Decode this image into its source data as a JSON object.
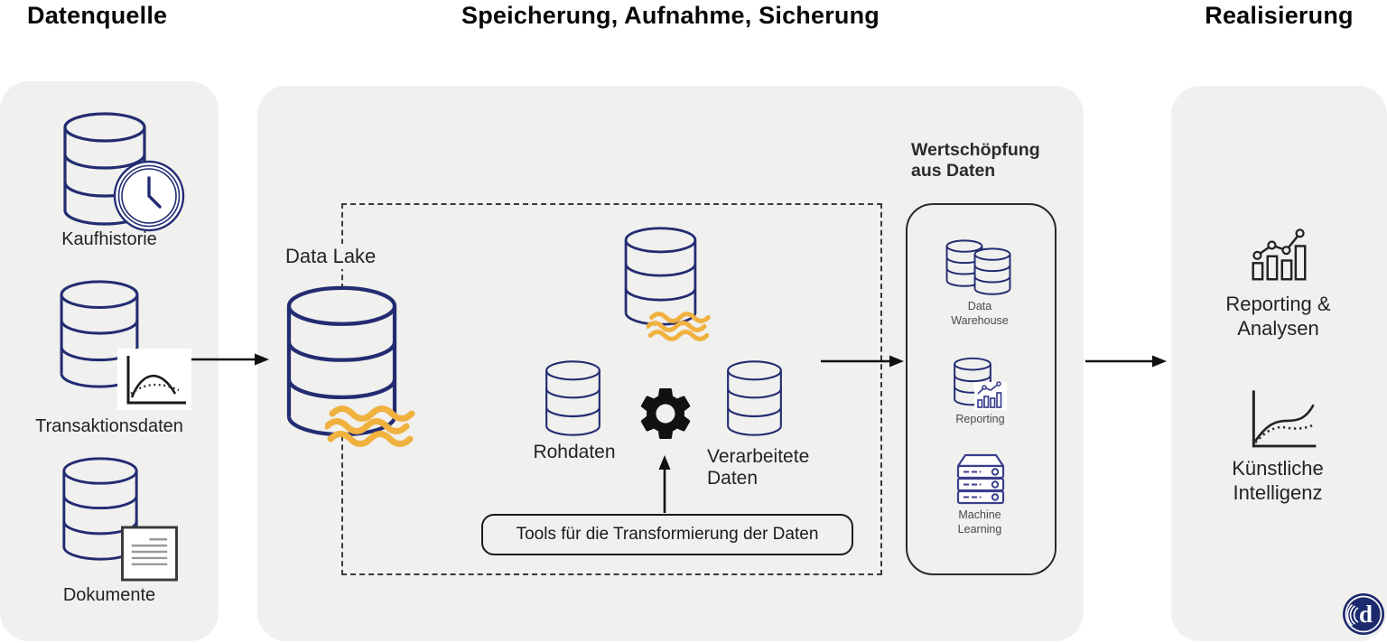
{
  "titles": {
    "datenquelle": "Datenquelle",
    "speicherung": "Speicherung, Aufnahme, Sicherung",
    "realisierung": "Realisierung"
  },
  "colors": {
    "navy": "#232c72",
    "yellow": "#f1b13f",
    "panel_bg": "#f0f0ee",
    "line_dark": "#161616",
    "logo_navy": "#1d2a6e"
  },
  "datenquelle": {
    "items": [
      {
        "icon": "database-clock-icon",
        "label": "Kaufhistorie"
      },
      {
        "icon": "database-chart-icon",
        "label": "Transaktionsdaten"
      },
      {
        "icon": "database-document-icon",
        "label": "Dokumente"
      }
    ]
  },
  "speicherung": {
    "data_lake_label": "Data Lake",
    "pipeline": {
      "source_icon": "database-stream-icon",
      "rohdaten_label": "Rohdaten",
      "verarbeitete_label": "Verarbeitete Daten",
      "tools_label": "Tools für die Transformierung der Daten",
      "transform_icon": "gear-icon"
    },
    "wertschoepfung": {
      "heading": "Wertschöpfung aus Daten",
      "items": [
        {
          "icon": "data-warehouse-icon",
          "label": "Data Warehouse"
        },
        {
          "icon": "reporting-icon",
          "label": "Reporting"
        },
        {
          "icon": "machine-learning-icon",
          "label": "Machine Learning"
        }
      ]
    }
  },
  "realisierung": {
    "items": [
      {
        "icon": "bar-chart-trend-icon",
        "label": "Reporting & Analysen"
      },
      {
        "icon": "ai-curve-icon",
        "label": "Künstliche Intelligenz"
      }
    ],
    "logo_letter": "d"
  }
}
